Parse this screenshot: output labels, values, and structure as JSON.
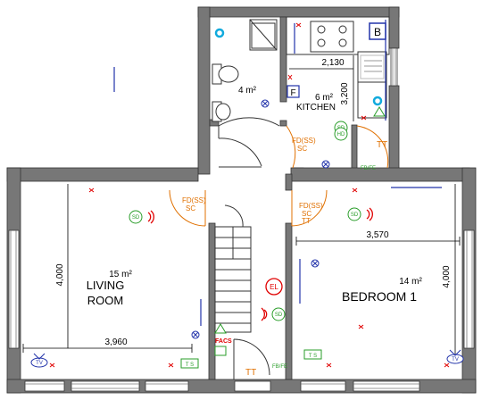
{
  "rooms": {
    "bathroom": {
      "area": "4 m²"
    },
    "kitchen": {
      "area": "6 m²",
      "name": "KITCHEN"
    },
    "living": {
      "area": "15 m²",
      "name_line1": "LIVING",
      "name_line2": "ROOM"
    },
    "bedroom": {
      "area": "14 m²",
      "name": "BEDROOM 1"
    }
  },
  "dimensions": {
    "kitchen_width": "2,130",
    "kitchen_depth": "3,200",
    "living_height": "4,000",
    "living_width": "3,960",
    "bedroom_width": "3,570",
    "bedroom_height": "4,000"
  },
  "symbols": {
    "fd_ss": "FD(SS)",
    "sc": "SC",
    "tt": "TT",
    "sd": "SD",
    "hd": "HD",
    "el": "EL",
    "facs": "FACS",
    "fb_fe": "FB/FE",
    "ts": "T S",
    "tv": "TV",
    "f": "F",
    "b": "B"
  },
  "colors": {
    "wall": "#777777",
    "wall_outline": "#333333",
    "fire_door": "#e07000",
    "safety_green": "#2a9d2a",
    "alarm_red": "#e00000",
    "electric_blue": "#2233aa",
    "water_cyan": "#11aadd"
  }
}
